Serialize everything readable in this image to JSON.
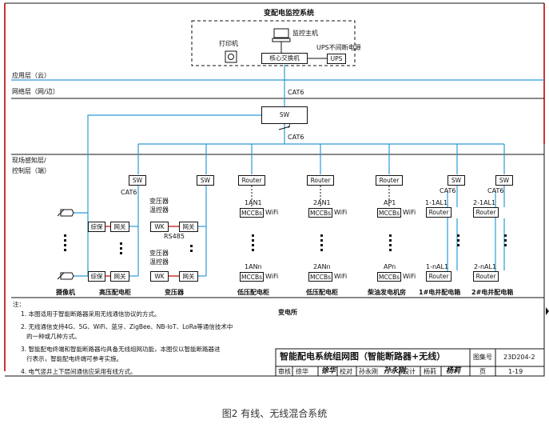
{
  "header": {
    "system_title": "变配电监控系统",
    "printer": "打印机",
    "host": "监控主机",
    "ups_label": "UPS不间断电源",
    "ups_box": "UPS",
    "core_switch": "核心交换机"
  },
  "layers": {
    "application": "应用层（云）",
    "network": "网络层（网/边）",
    "field": "现场感知层/",
    "control": "控制层（端）"
  },
  "trunk": {
    "cat6_top": "CAT6",
    "sw_main": "SW",
    "count": "7",
    "cat6_mid": "CAT6"
  },
  "columns": {
    "sw": "SW",
    "cat6": "CAT6",
    "router": "Router",
    "temp_controller": "变压器温控器",
    "wk": "WK",
    "gateway": "网关",
    "relay": "综保",
    "rs485": "RS485",
    "mccb": "MCCBs",
    "wifi": "WiFi",
    "l1_top": "1AN1",
    "l1_bot": "1ANn",
    "l2_top": "2AN1",
    "l2_bot": "2ANn",
    "ap_top": "AP1",
    "ap_bot": "APn",
    "s1_top": "1-1AL1",
    "s1_bot": "1-nAL1",
    "s2_top": "2-1AL1",
    "s2_bot": "2-nAL1"
  },
  "bottom_labels": {
    "camera": "摄像机",
    "hv": "高压配电柜",
    "transformer": "变压器",
    "lv1": "低压配电柜",
    "lv2": "低压配电柜",
    "gen": "柴油发电机房",
    "shaft1": "1#电井配电箱",
    "shaft2": "2#电井配电箱",
    "substation": "变电所"
  },
  "notes": {
    "heading": "注：",
    "items": [
      "1. 本图适用于智能断路器采用无线通信协议的方式。",
      "2. 无线通信支持4G、5G、WiFi、蓝牙、ZigBee、NB-IoT、LoRa等通信技术中",
      "   的一种或几种方式。",
      "3. 智能配电终端和智能断路器均具备无线组网功能，本图仅以智能断路器进",
      "   行表示，智能配电终端可参考实施。",
      "4. 电气竖井上下层间通信应采用有线方式。"
    ]
  },
  "title_block": {
    "title": "智能配电系统组网图（智能断路器+无线）",
    "atlas_label": "图集号",
    "atlas_no": "23D204-2",
    "review": "审核",
    "reviewer": "徐华",
    "check": "校对",
    "checker": "孙永刚",
    "design": "设计",
    "designer": "杨莉",
    "page_label": "页",
    "page_no": "1-19"
  },
  "caption": "图2  有线、无线混合系统",
  "colors": {
    "line": "#2b9bd6",
    "frame_red": "#c00000",
    "ink": "#111111"
  }
}
